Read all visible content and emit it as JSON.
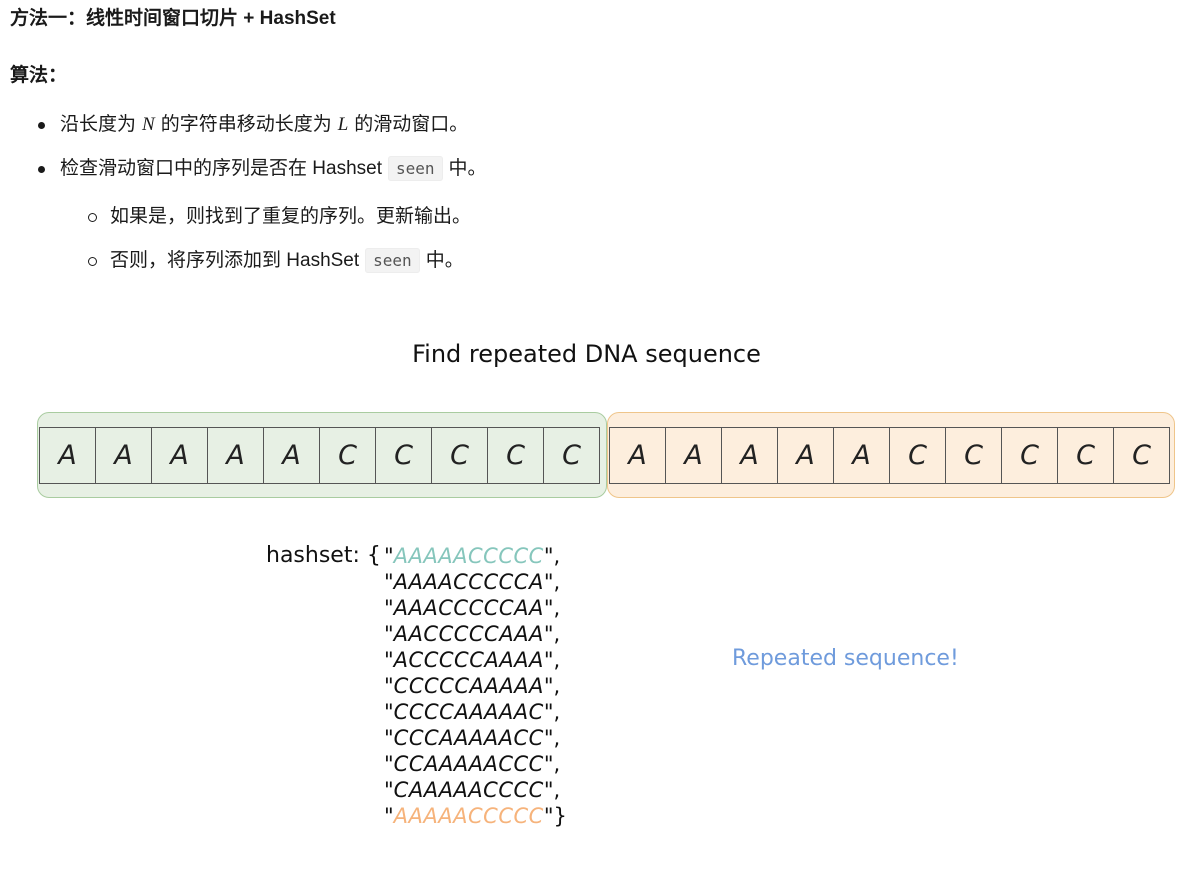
{
  "heading": "方法一：线性时间窗口切片 + HashSet",
  "subheading": "算法：",
  "bullets": {
    "b1": {
      "pre": "沿长度为",
      "var1": "N",
      "mid": "的字符串移动长度为",
      "var2": "L",
      "post": "的滑动窗口。"
    },
    "b2": {
      "pre": "检查滑动窗口中的序列是否在 Hashset",
      "code": "seen",
      "post": "中。"
    }
  },
  "subbullets": {
    "s1": "如果是，则找到了重复的序列。更新输出。",
    "s2": {
      "pre": "否则，将序列添加到 HashSet",
      "code": "seen",
      "post": "中。"
    }
  },
  "diagram": {
    "title": "Find repeated DNA sequence",
    "window1": [
      "A",
      "A",
      "A",
      "A",
      "A",
      "C",
      "C",
      "C",
      "C",
      "C"
    ],
    "window2": [
      "A",
      "A",
      "A",
      "A",
      "A",
      "C",
      "C",
      "C",
      "C",
      "C"
    ],
    "hashset_label": "hashset: {",
    "hashset": [
      "AAAAACCCCC",
      "AAAACCCCCA",
      "AAACCCCCAA",
      "AACCCCCAAA",
      "ACCCCCAAAA",
      "CCCCCAAAAA",
      "CCCCAAAAAC",
      "CCCAAAAACC",
      "CCAAAAACCC",
      "CAAAAACCCC",
      "AAAAACCCCC"
    ],
    "repeated_label": "Repeated sequence!",
    "colors": {
      "green_window": "#e7f0e4",
      "orange_window": "#fdeedd",
      "first_seq": "#86c6bc",
      "repeated_seq": "#f6b37b",
      "repeated_text": "#6f9bdc"
    }
  }
}
